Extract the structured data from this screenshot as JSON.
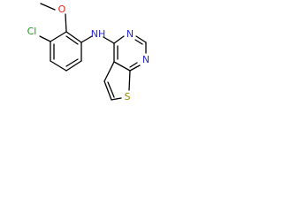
{
  "molecule": {
    "atoms": [
      {
        "id": "cl",
        "symbol": "Cl"
      },
      {
        "id": "o",
        "symbol": "O"
      },
      {
        "id": "nh",
        "symbol": "NH"
      },
      {
        "id": "n3",
        "symbol": "N"
      },
      {
        "id": "n1",
        "symbol": "N"
      },
      {
        "id": "s",
        "symbol": "S"
      }
    ]
  },
  "colors": {
    "Cl": "#1a9a1a",
    "O": "#e8261c",
    "N": "#2a2acc",
    "S": "#9a8a00",
    "bond": "#000000"
  }
}
